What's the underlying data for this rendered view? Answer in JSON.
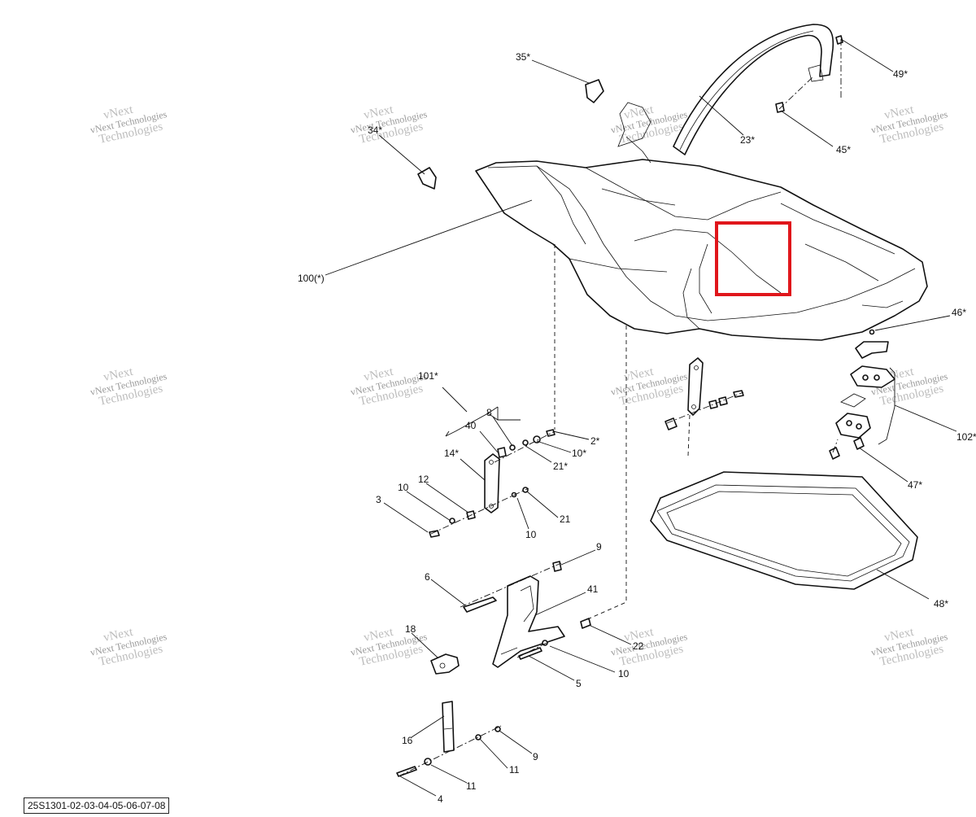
{
  "diagram": {
    "reference_code": "25S1301-02-03-04-05-06-07-08",
    "watermark": {
      "line1": "vNext",
      "line2": "vNext Technologies",
      "line3": "Technologies"
    },
    "labels": {
      "p35": "35*",
      "p34": "34*",
      "p23": "23*",
      "p49": "49*",
      "p45": "45*",
      "p100": "100(*)",
      "p46": "46*",
      "p101": "101*",
      "p40": "40",
      "p8": "8",
      "p2": "2*",
      "p10a": "10*",
      "p21a": "21*",
      "p14": "14*",
      "p12": "12",
      "p10b": "10",
      "p3": "3",
      "p10c": "10",
      "p21b": "21",
      "p102": "102*",
      "p47": "47*",
      "p48": "48*",
      "p9a": "9",
      "p6": "6",
      "p41": "41",
      "p18": "18",
      "p22": "22",
      "p10d": "10",
      "p5": "5",
      "p16": "16",
      "p9b": "9",
      "p11a": "11",
      "p11b": "11",
      "p4": "4"
    },
    "highlight_color": "#e0161b"
  }
}
